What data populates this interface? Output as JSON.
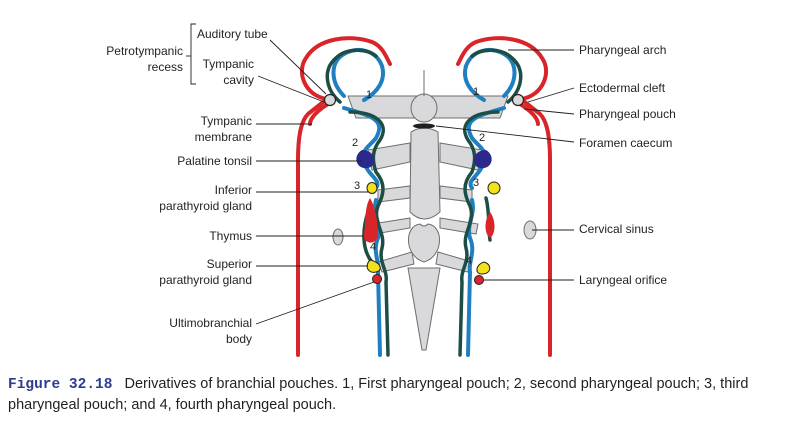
{
  "labels_left": {
    "auditory_tube": "Auditory tube",
    "petrotympanic_1": "Petrotympanic",
    "petrotympanic_2": "recess",
    "tympanic_cavity_1": "Tympanic",
    "tympanic_cavity_2": "cavity",
    "tympanic_membrane_1": "Tympanic",
    "tympanic_membrane_2": "membrane",
    "palatine_tonsil": "Palatine tonsil",
    "inferior_parathyroid_1": "Inferior",
    "inferior_parathyroid_2": "parathyroid gland",
    "thymus": "Thymus",
    "superior_parathyroid_1": "Superior",
    "superior_parathyroid_2": "parathyroid gland",
    "ultimobranchial_1": "Ultimobranchial",
    "ultimobranchial_2": "body"
  },
  "labels_right": {
    "pharyngeal_arch": "Pharyngeal arch",
    "ectodermal_cleft": "Ectodermal cleft",
    "pharyngeal_pouch": "Pharyngeal pouch",
    "foramen_caecum": "Foramen caecum",
    "cervical_sinus": "Cervical sinus",
    "laryngeal_orifice": "Laryngeal orifice"
  },
  "pouch_numbers": {
    "left_1": "1",
    "left_2": "2",
    "left_3": "3",
    "left_4": "4",
    "right_1": "1",
    "right_2": "2",
    "right_3": "3",
    "right_4": "4"
  },
  "caption": {
    "figure_label": "Figure 32.18",
    "text": "Derivatives of branchial pouches. 1, First pharyngeal pouch; 2, second pharyngeal pouch; 3, third pharyngeal pouch; and 4, fourth pharyngeal pouch."
  },
  "colors": {
    "ectoderm_red": "#d9252a",
    "endoderm_blue": "#1f7fc0",
    "mesoderm_green": "#1d4e45",
    "tonsil_navy": "#2b2a8c",
    "parathyroid_yellow": "#f2e21b",
    "gray_tissue": "#d9d9db",
    "caption_label_blue": "#2e3b8f"
  }
}
